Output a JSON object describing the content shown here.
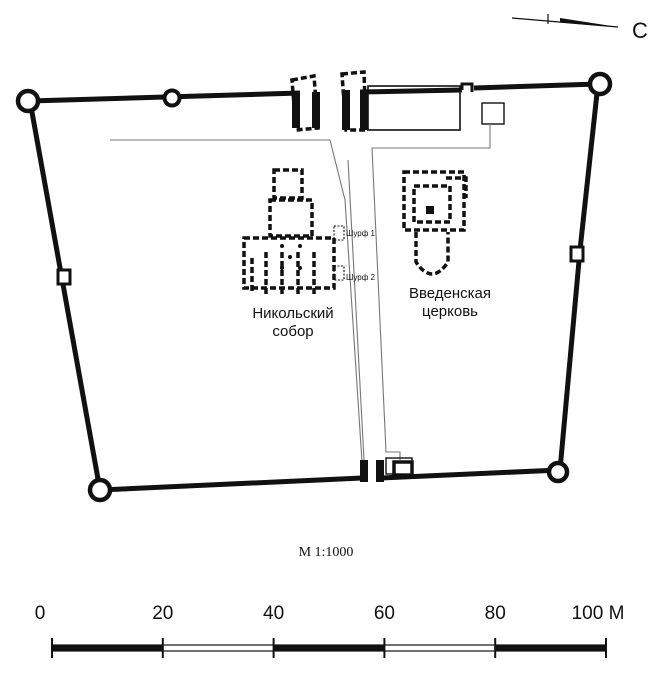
{
  "north": {
    "label": "С"
  },
  "buildings": {
    "nikolsky": {
      "line1": "Никольский",
      "line2": "собор"
    },
    "vvedenskaya": {
      "line1": "Введенская",
      "line2": "церковь"
    },
    "shurf1": {
      "label": "Шурф 1"
    },
    "shurf2": {
      "label": "Шурф 2"
    }
  },
  "scale": {
    "ratio": "М 1:1000",
    "ticks": [
      {
        "value": 0,
        "label": "0"
      },
      {
        "value": 20,
        "label": "20"
      },
      {
        "value": 40,
        "label": "40"
      },
      {
        "value": 60,
        "label": "60"
      },
      {
        "value": 80,
        "label": "80"
      },
      {
        "value": 100,
        "label": "100 М"
      }
    ],
    "max": 100
  }
}
